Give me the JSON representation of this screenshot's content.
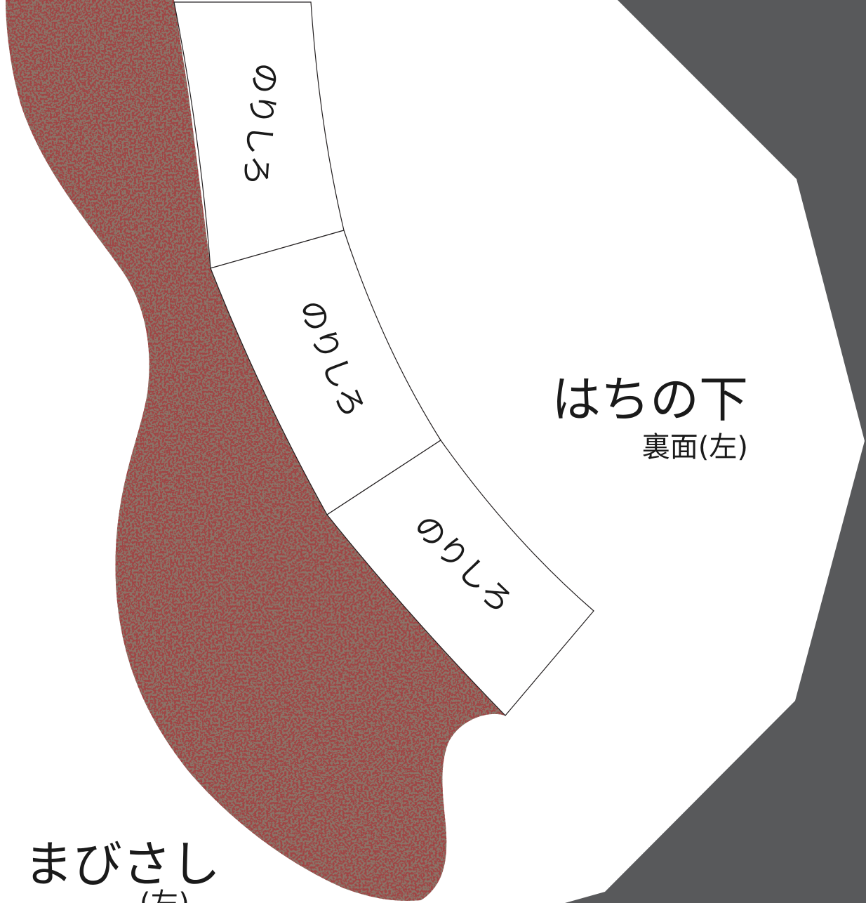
{
  "title": "",
  "colors": {
    "background": "#ffffff",
    "outer_gray": "#58595b",
    "leather_base": "#8a7468",
    "leather_speckle": "#5a0f10",
    "line": "#231f20",
    "text": "#1a1a1a"
  },
  "pieces": {
    "hachi_no_shita": {
      "title": "はちの下",
      "subtitle": "裏面(左)"
    },
    "mabisashi": {
      "title": "まびさし",
      "subtitle": "(左)"
    }
  },
  "tabs": [
    {
      "label": "のりしろ"
    },
    {
      "label": "のりしろ"
    },
    {
      "label": "のりしろ"
    }
  ]
}
